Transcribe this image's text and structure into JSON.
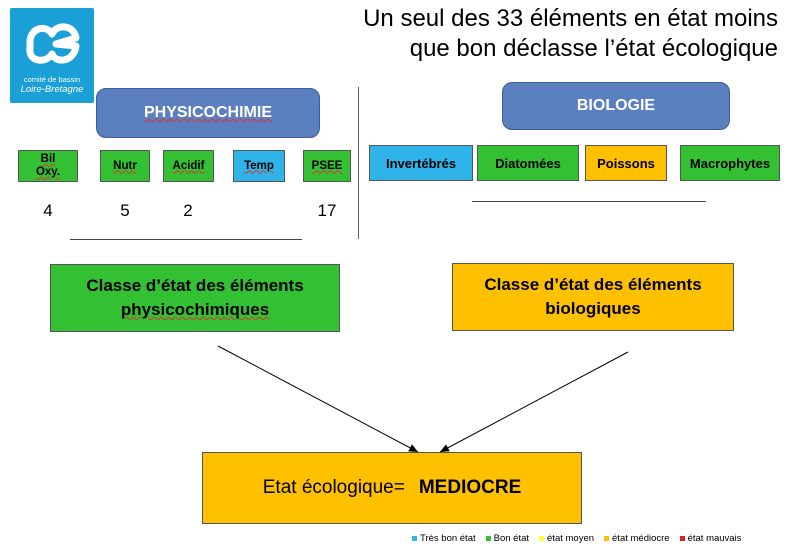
{
  "logo": {
    "line1": "comité de bassin",
    "line2": "Loire-Bretagne"
  },
  "title": {
    "line1": "Un seul des 33 éléments en état moins",
    "line2": "que bon déclasse l’état écologique"
  },
  "physicochimie": {
    "header": "PHYSICOCHIMIE",
    "elements": [
      {
        "label": "Bil Oxy.",
        "value": "4"
      },
      {
        "label": "Nutr",
        "value": "5"
      },
      {
        "label": "Acidif",
        "value": "2"
      },
      {
        "label": "Temp",
        "value": ""
      },
      {
        "label": "PSEE",
        "value": "17"
      }
    ],
    "class_box": {
      "line1": "Classe d’état  des éléments",
      "line2": "physicochimiques"
    }
  },
  "biologie": {
    "header": "BIOLOGIE",
    "elements": [
      {
        "label": "Invertébrés"
      },
      {
        "label": "Diatomées"
      },
      {
        "label": "Poissons"
      },
      {
        "label": "Macrophytes"
      }
    ],
    "class_box": {
      "line1": "Classe d’état des éléments",
      "line2": "biologiques"
    }
  },
  "final": {
    "label": "Etat écologique=",
    "value": "MEDIOCRE"
  },
  "legend": [
    {
      "label": "Très bon état",
      "color": "#2fb3e8"
    },
    {
      "label": "Bon état",
      "color": "#33c033"
    },
    {
      "label": "état moyen",
      "color": "#ffff33"
    },
    {
      "label": "état médiocre",
      "color": "#ffc000"
    },
    {
      "label": "état mauvais",
      "color": "#e02020"
    }
  ],
  "colors": {
    "header": "#5b7fbf",
    "good": "#33c033",
    "very_good": "#2fb3e8",
    "mediocre": "#ffc000",
    "logo": "#1a9fd6"
  }
}
